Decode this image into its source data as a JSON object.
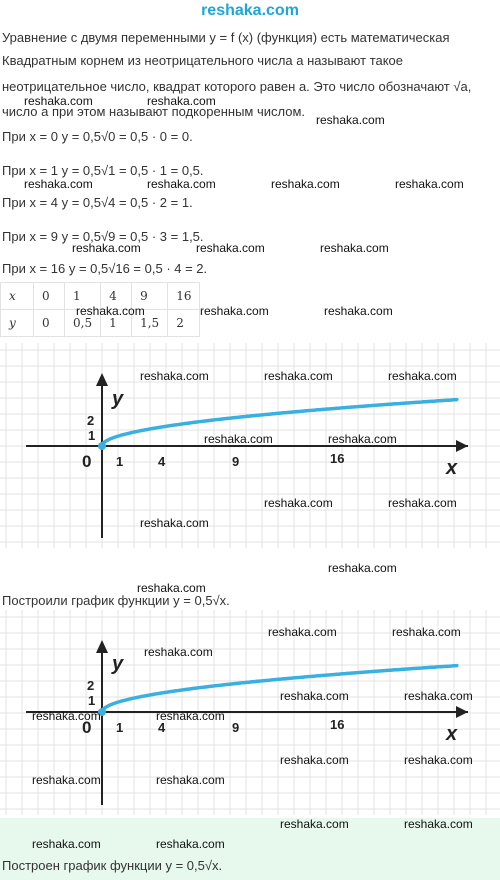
{
  "site": {
    "title": "reshaka.com",
    "watermark": "reshaka.com"
  },
  "text": {
    "line1": "Уравнение с двумя переменными y = f (x) (функция) есть математическая",
    "line2": "Квадратным корнем из неотрицательного числа a называют такое",
    "line3": "неотрицательное число, квадрат которого равен a. Это число обозначают √a,",
    "line4": "число a при этом называют подкоренным числом.",
    "calc": [
      "При x = 0 y = 0,5√0 = 0,5 · 0 = 0.",
      "При x = 1 y = 0,5√1 = 0,5 · 1 = 0,5.",
      "При x = 4 y = 0,5√4 = 0,5 · 2 = 1.",
      "При x = 9 y = 0,5√9 = 0,5 · 3 = 1,5.",
      "При x = 16 y = 0,5√16 = 0,5 · 4 = 2."
    ],
    "caption1": "Построили график функции y = 0,5√x.",
    "caption2": "Построен график функции y = 0,5√x."
  },
  "table": {
    "rows": [
      [
        "x",
        "0",
        "1",
        "4",
        "9",
        "16"
      ],
      [
        "y",
        "0",
        "0,5",
        "1",
        "1,5",
        "2"
      ]
    ]
  },
  "graph": {
    "x_label": "x",
    "y_label": "y",
    "origin_label": "0",
    "x_ticks": [
      "1",
      "4",
      "9",
      "16"
    ],
    "y_ticks": [
      "1",
      "2"
    ],
    "curve_color": "#3ab0e0",
    "axis_color": "#222222",
    "grid_color": "#e3e3e3"
  },
  "colors": {
    "brand": "#1fa5d8",
    "banner": "#e7f8ec"
  }
}
